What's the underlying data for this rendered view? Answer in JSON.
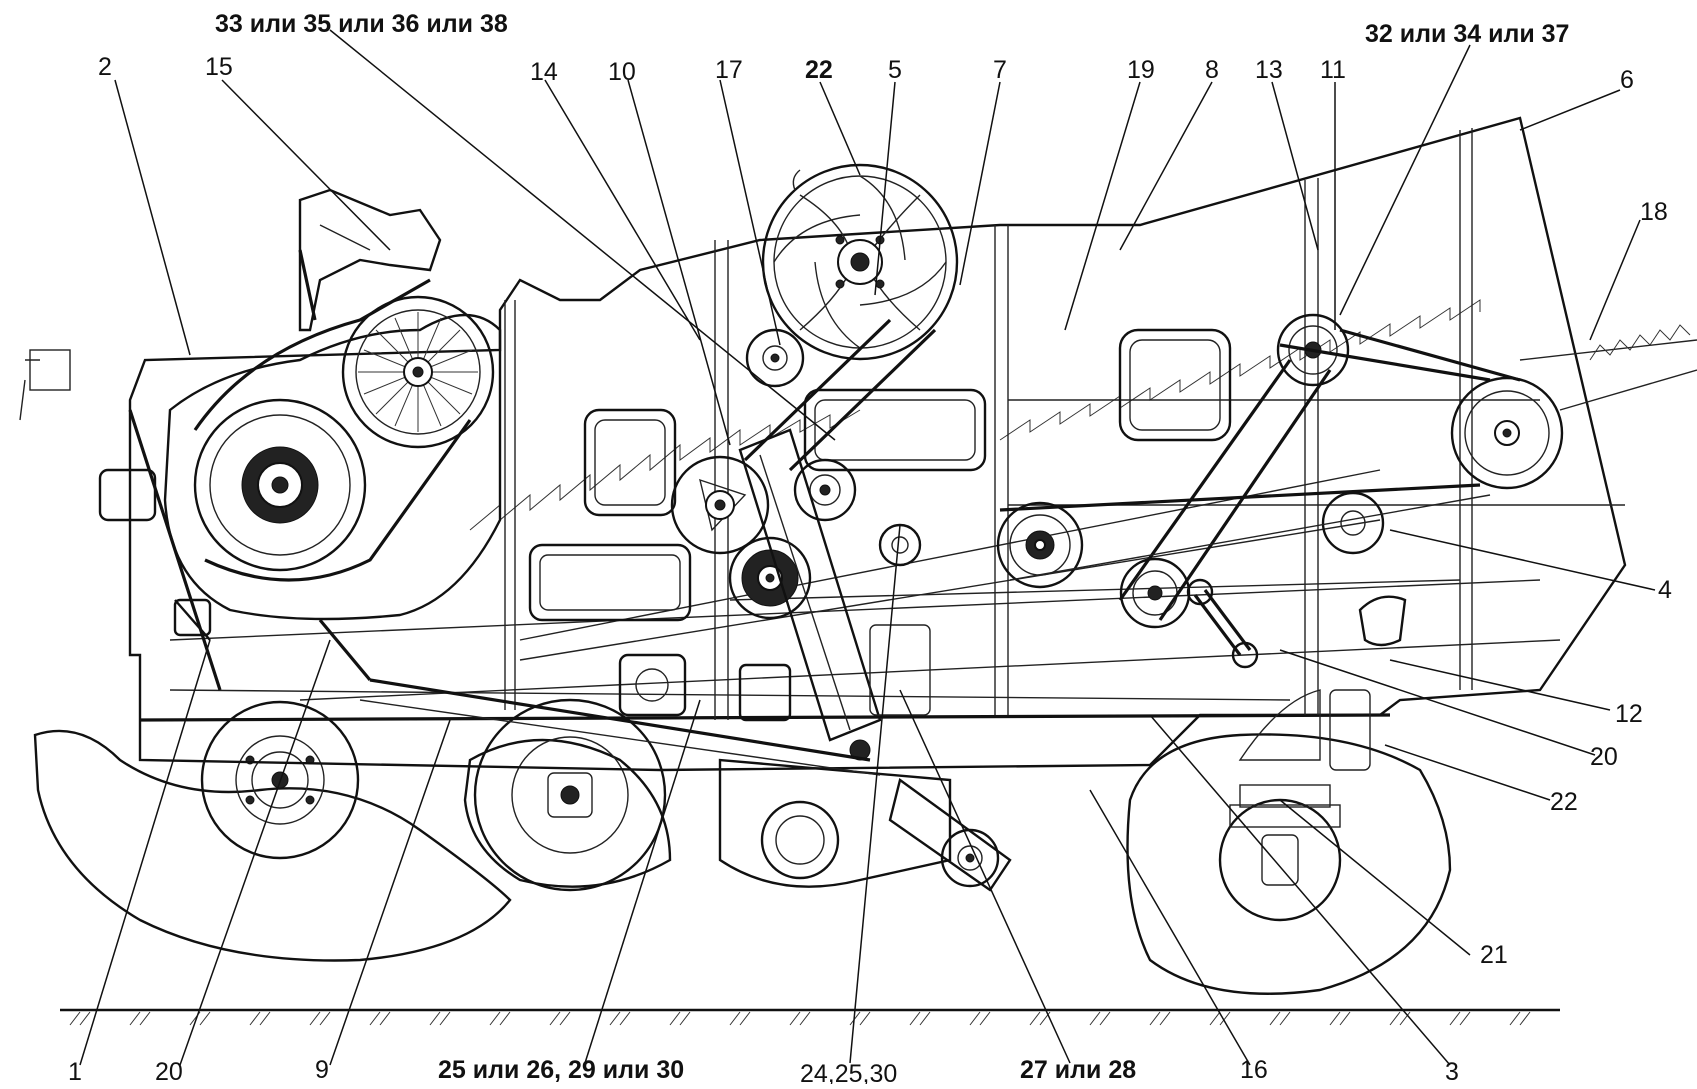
{
  "diagram": {
    "labels": {
      "l33": "33 или 35 или 36 или 38",
      "l32": "32 или 34 или 37",
      "l2": "2",
      "l15": "15",
      "l14": "14",
      "l10": "10",
      "l17": "17",
      "l22t": "22",
      "l5": "5",
      "l7": "7",
      "l19": "19",
      "l8": "8",
      "l13": "13",
      "l11": "11",
      "l6": "6",
      "l18": "18",
      "l4": "4",
      "l12": "12",
      "l20r": "20",
      "l22r": "22",
      "l21": "21",
      "l1": "1",
      "l20b": "20",
      "l9": "9",
      "l2526": "25 или 26, 29 или 30",
      "l242530": "24,25,30",
      "l2728": "27 или 28",
      "l16": "16",
      "l3": "3"
    }
  }
}
